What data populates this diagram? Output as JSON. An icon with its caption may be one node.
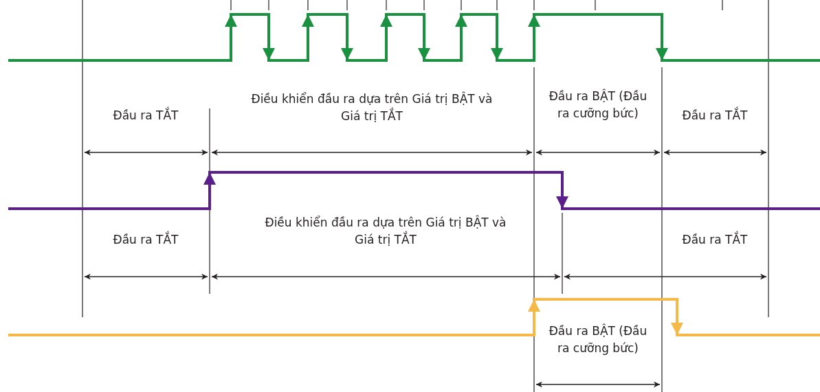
{
  "diagram": {
    "labels": [
      "Đầu ra TẮT",
      "Điều khiển đầu ra dựa trên Giá trị BẬT và Giá trị TẮT",
      "Đầu ra BẬT (Đầu ra cưỡng bức)",
      "Đầu ra TẮT",
      "Đầu ra TẮT",
      "Điều khiển đầu ra dựa trên Giá trị BẬT và Giá trị TẮT",
      "Đầu ra TẮT",
      "Đầu ra BẬT (Đầu ra cưỡng bức)"
    ]
  }
}
